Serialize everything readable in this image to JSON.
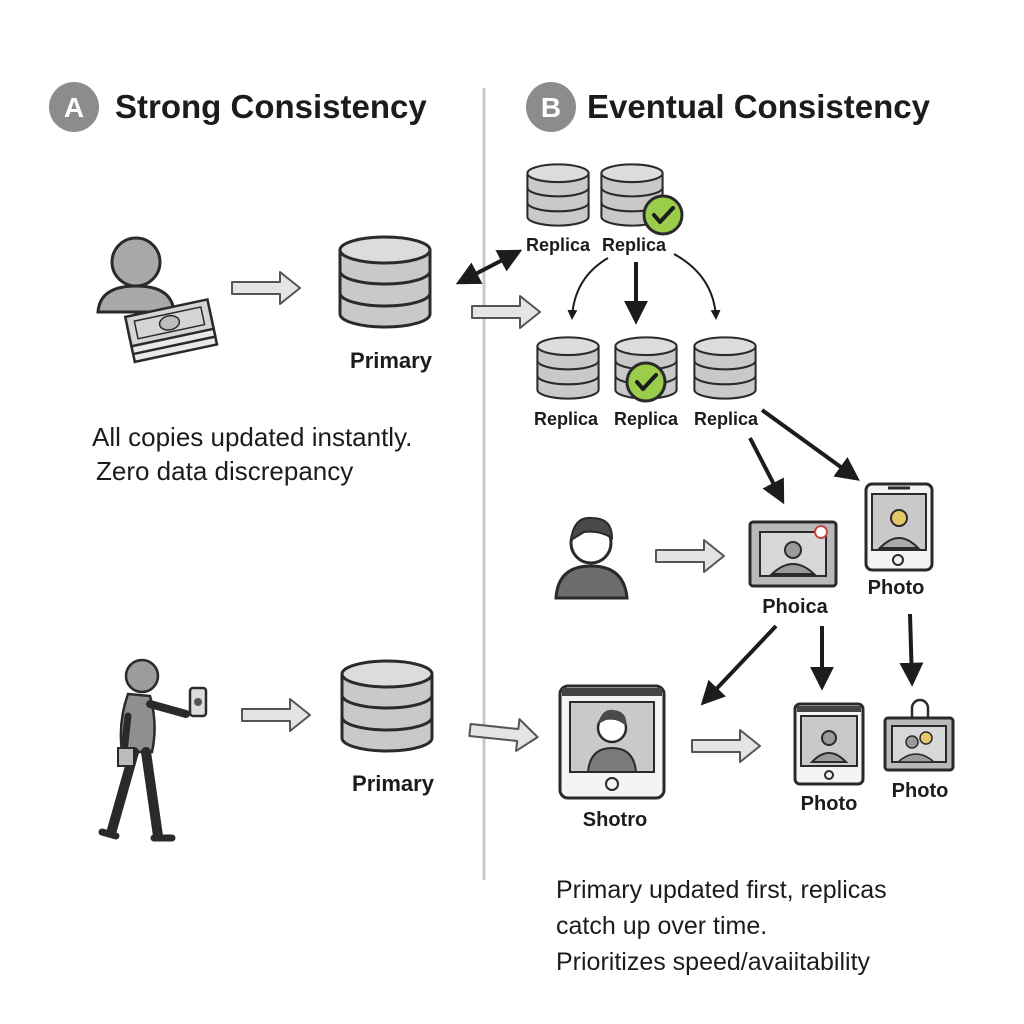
{
  "panel_a": {
    "badge": "A",
    "title": "Strong Consistency",
    "primary_top_label": "Primary",
    "primary_bottom_label": "Primary",
    "note_lines": [
      "All copies updated instantly.",
      "Zero data discrepancy"
    ]
  },
  "panel_b": {
    "badge": "B",
    "title": "Eventual Consistency",
    "top_replicas": [
      "Replica",
      "Replica"
    ],
    "mid_replicas": [
      "Replica",
      "Replica",
      "Replica"
    ],
    "device_labels": {
      "tablet_right": "Photo",
      "frame_center": "Phoica",
      "tablet_large": "Shotro",
      "tablet_small": "Photo",
      "badge_photo": "Photo"
    },
    "note_lines": [
      "Primary updated first, replicas",
      "catch up over time.",
      "Prioritizes speed/avaiitability"
    ]
  },
  "colors": {
    "badge_bg": "#8c8c8c",
    "db_fill": "#c9c9c9",
    "check_green": "#9acd4a",
    "outline": "#2a2a2a"
  },
  "icons": [
    "person-icon",
    "money-stack-icon",
    "database-icon",
    "check-icon",
    "tablet-icon",
    "photo-frame-icon",
    "walking-person-icon",
    "phone-icon"
  ]
}
